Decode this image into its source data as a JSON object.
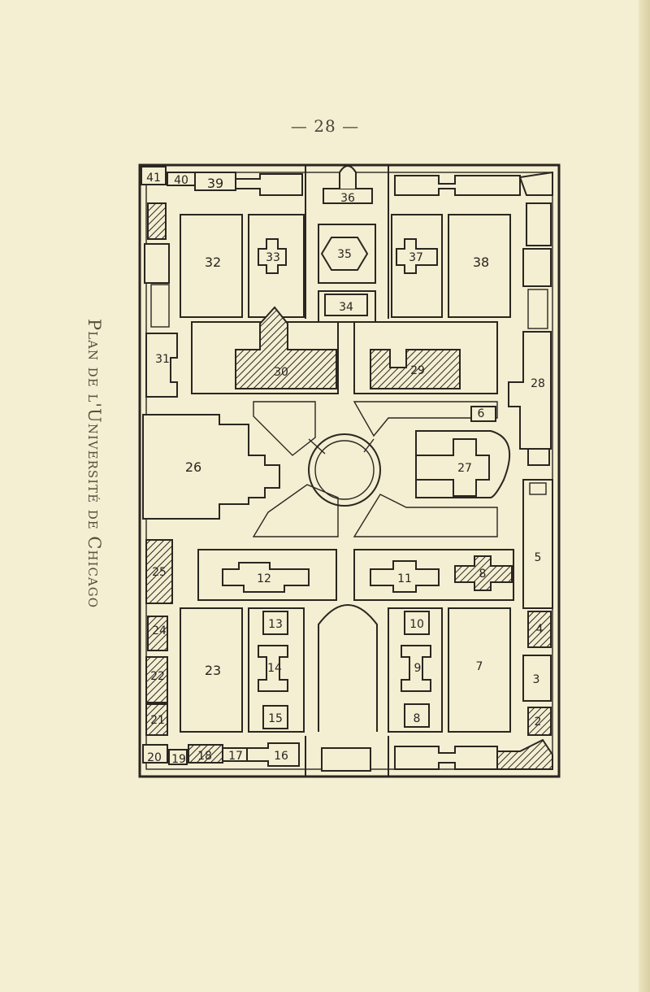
{
  "page": {
    "number": "— 28 —"
  },
  "caption": "Plan de l'Université de Chicago",
  "map": {
    "labels": [
      "41",
      "40",
      "39",
      "36",
      "32",
      "33",
      "35",
      "37",
      "38",
      "34",
      "31",
      "30",
      "29",
      "28",
      "26",
      "27",
      "6",
      "25",
      "12",
      "11",
      "8",
      "5",
      "24",
      "4",
      "23",
      "13",
      "14",
      "15",
      "10",
      "9",
      "8",
      "7",
      "22",
      "3",
      "21",
      "2",
      "20",
      "19",
      "18",
      "17",
      "16"
    ]
  },
  "colors": {
    "ink": "#2a2620",
    "paper": "#f4eed2"
  }
}
